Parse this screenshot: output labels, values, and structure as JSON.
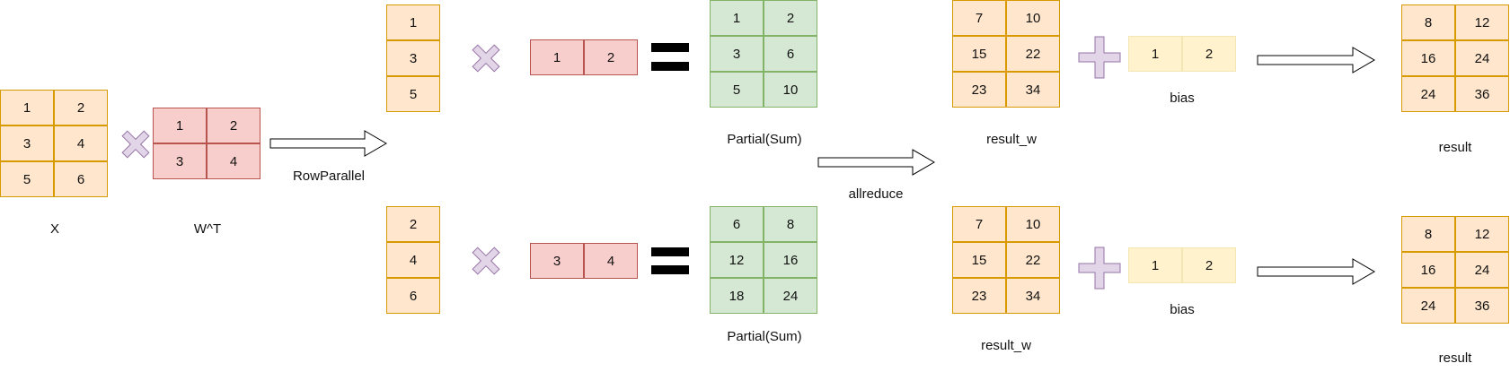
{
  "colors": {
    "input_fill": "#ffe6cc",
    "input_stroke": "#d79b00",
    "weight_fill": "#f8cecc",
    "weight_stroke": "#b85450",
    "partial_fill": "#d5e8d4",
    "partial_stroke": "#82b366",
    "bias_fill": "#fff2cc",
    "bias_stroke": "#f2e6b3",
    "operator_fill": "#e1d5e7",
    "operator_stroke": "#9673a6"
  },
  "matrices": {
    "x": [
      [
        "1",
        "2"
      ],
      [
        "3",
        "4"
      ],
      [
        "5",
        "6"
      ]
    ],
    "wt": [
      [
        "1",
        "2"
      ],
      [
        "3",
        "4"
      ]
    ],
    "x_col_top": [
      [
        "1"
      ],
      [
        "3"
      ],
      [
        "5"
      ]
    ],
    "x_col_bottom": [
      [
        "2"
      ],
      [
        "4"
      ],
      [
        "6"
      ]
    ],
    "w_row_top": [
      [
        "1",
        "2"
      ]
    ],
    "w_row_bottom": [
      [
        "3",
        "4"
      ]
    ],
    "partial_top": [
      [
        "1",
        "2"
      ],
      [
        "3",
        "6"
      ],
      [
        "5",
        "10"
      ]
    ],
    "partial_bottom": [
      [
        "6",
        "8"
      ],
      [
        "12",
        "16"
      ],
      [
        "18",
        "24"
      ]
    ],
    "result_w_top": [
      [
        "7",
        "10"
      ],
      [
        "15",
        "22"
      ],
      [
        "23",
        "34"
      ]
    ],
    "result_w_bottom": [
      [
        "7",
        "10"
      ],
      [
        "15",
        "22"
      ],
      [
        "23",
        "34"
      ]
    ],
    "bias_top": [
      [
        "1",
        "2"
      ]
    ],
    "bias_bottom": [
      [
        "1",
        "2"
      ]
    ],
    "result_top": [
      [
        "8",
        "12"
      ],
      [
        "16",
        "24"
      ],
      [
        "24",
        "36"
      ]
    ],
    "result_bottom": [
      [
        "8",
        "12"
      ],
      [
        "16",
        "24"
      ],
      [
        "24",
        "36"
      ]
    ]
  },
  "labels": {
    "x": "X",
    "wt": "W^T",
    "row_parallel": "RowParallel",
    "partial_top": "Partial(Sum)",
    "partial_bottom": "Partial(Sum)",
    "allreduce": "allreduce",
    "result_w_top": "result_w",
    "result_w_bottom": "result_w",
    "bias_top": "bias",
    "bias_bottom": "bias",
    "result_top": "result",
    "result_bottom": "result"
  }
}
